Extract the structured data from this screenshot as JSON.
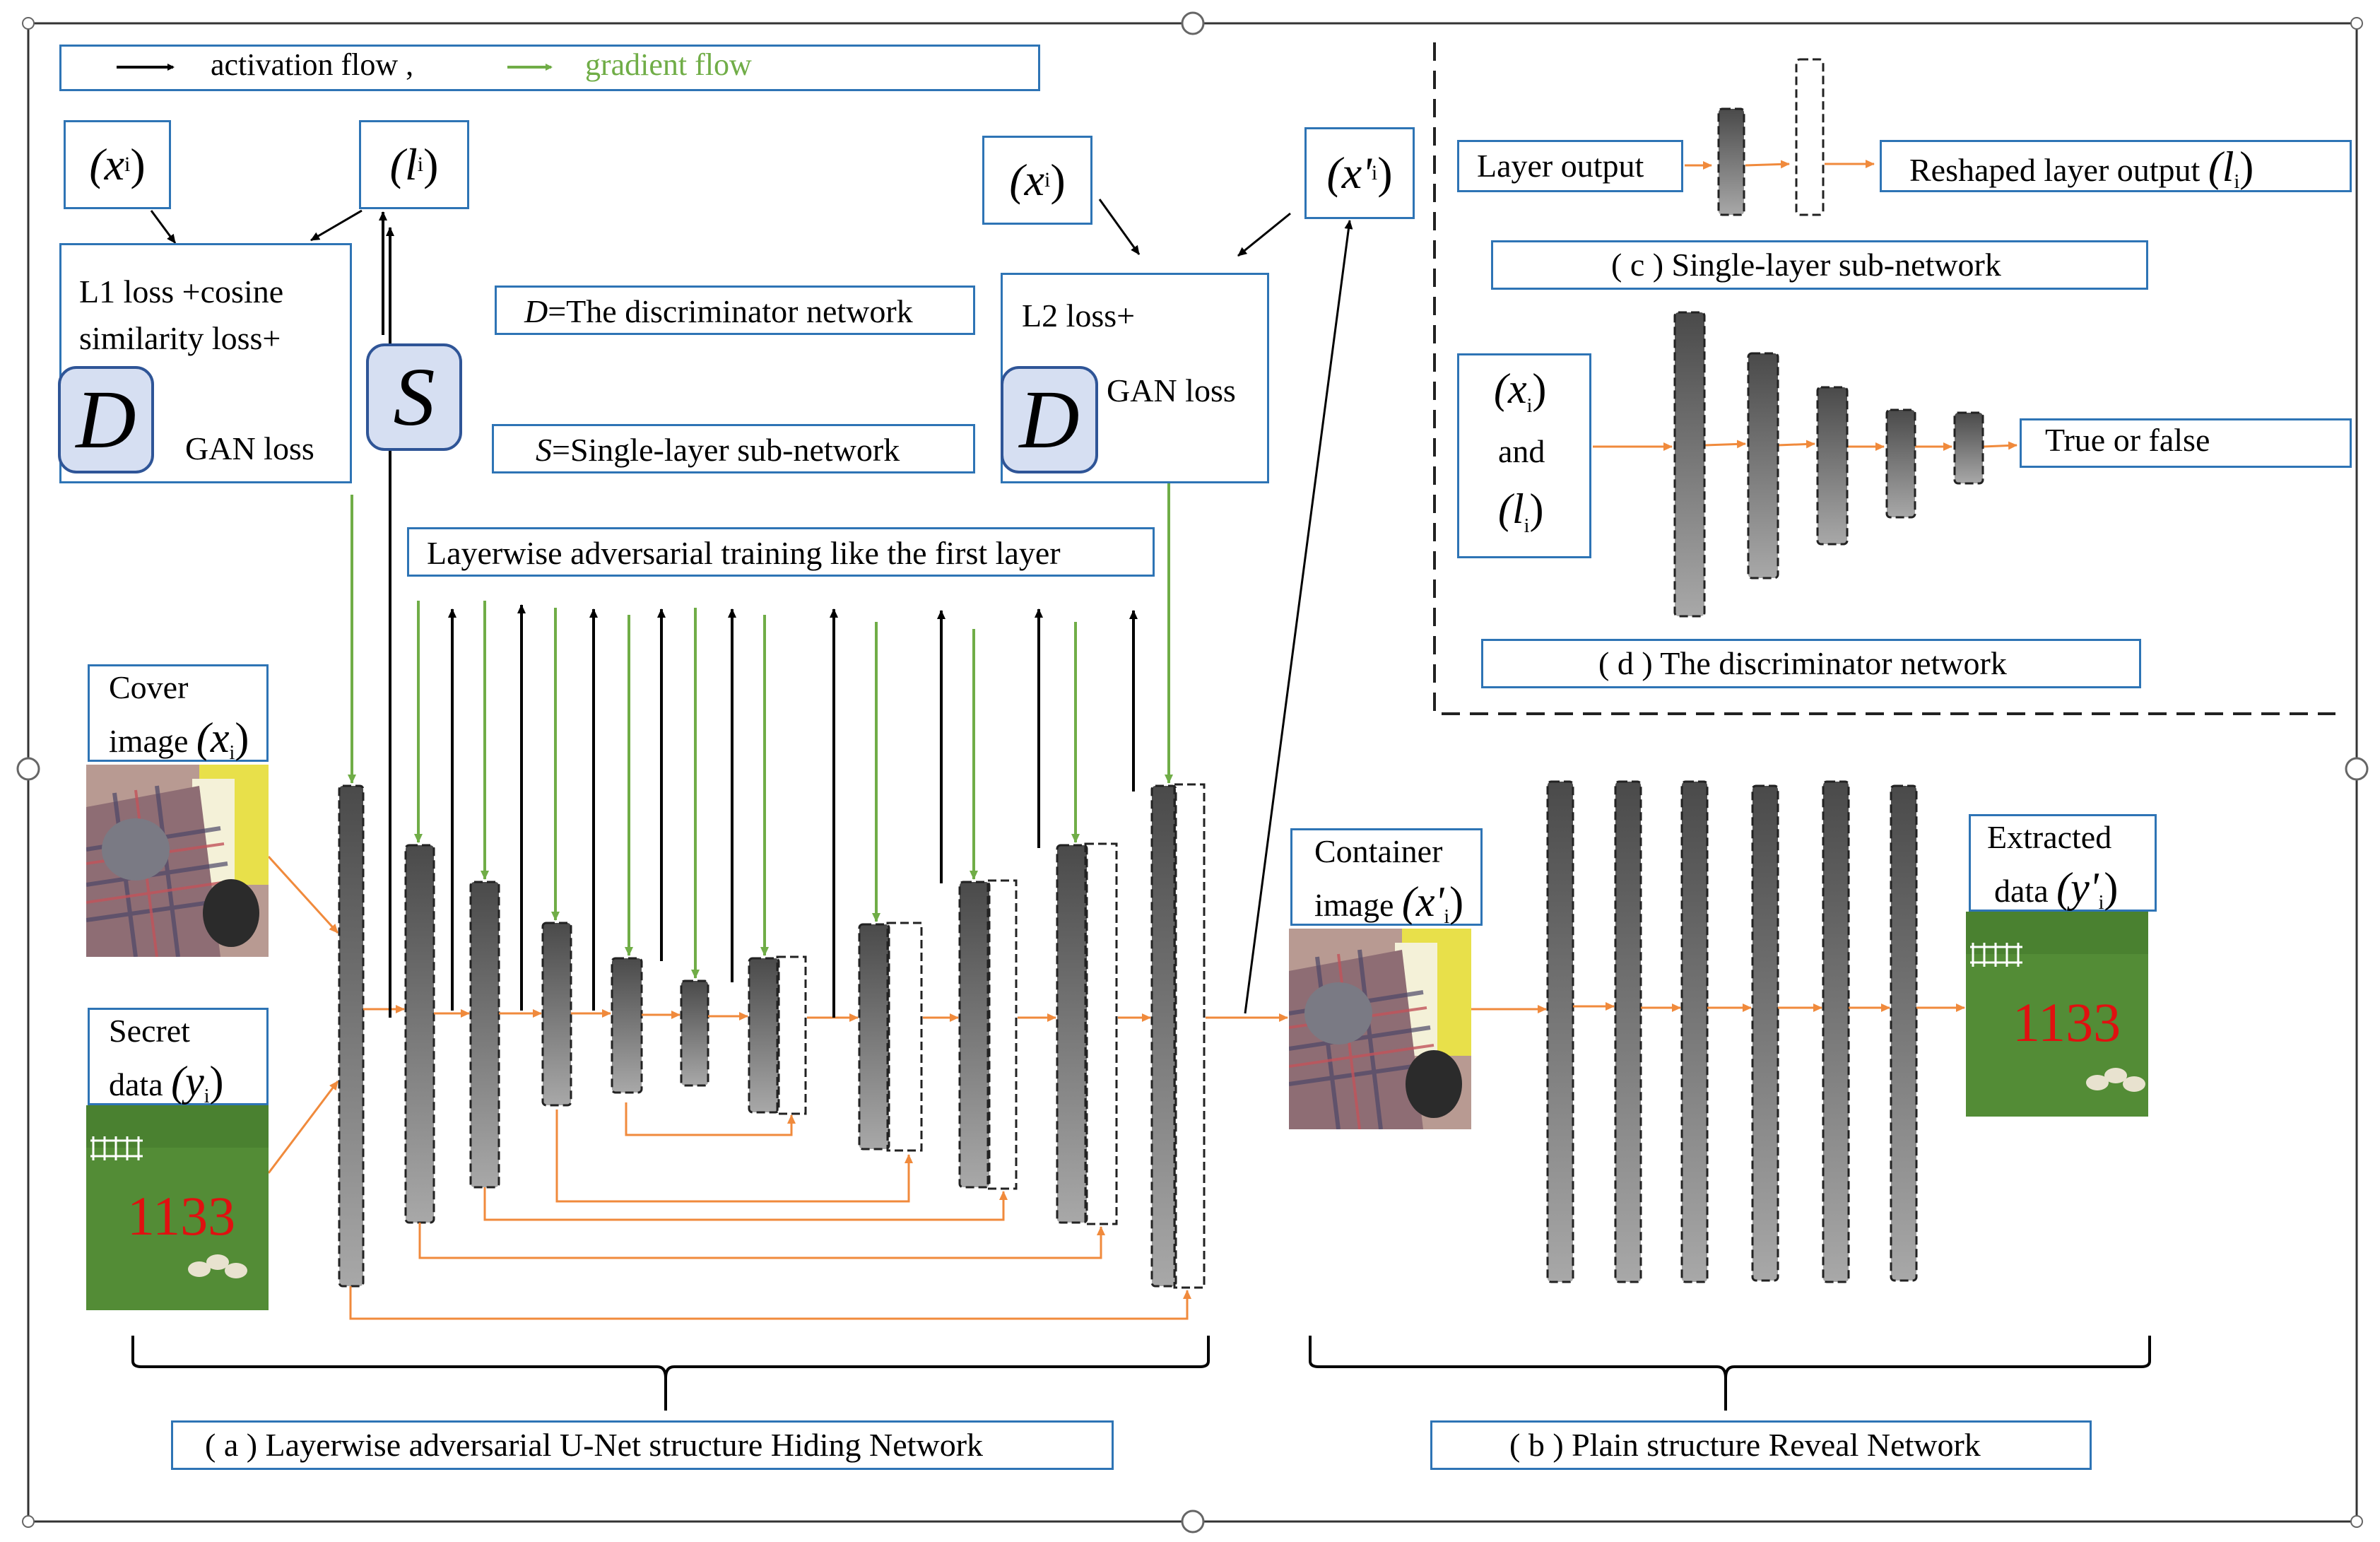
{
  "legend": {
    "activation": "activation flow ,",
    "gradient": "gradient flow"
  },
  "colors": {
    "box_border": "#2e74b5",
    "activation": "#000000",
    "gradient": "#70ad47",
    "skip": "#f4a460",
    "block_dark": "#505050",
    "block_light": "#a0a0a0"
  },
  "left_panel": {
    "xi_label": "(x",
    "xi_sub": "i",
    "li_label": "(l",
    "li_sub": "i",
    "loss_line1": "L1 loss +cosine",
    "loss_line2": "similarity loss+",
    "d_symbol": "D",
    "gan_loss": "GAN loss",
    "s_symbol": "S"
  },
  "definitions": {
    "d_def_symbol": "D",
    "d_def_text": "=The discriminator network",
    "s_def_symbol": "S",
    "s_def_text": "=Single-layer sub-network"
  },
  "layerwise_label": "Layerwise adversarial  training like the first layer",
  "right_loss": {
    "xi_label": "(x",
    "xi_sub": "i",
    "xip_label": "(x'",
    "xip_sub": "i",
    "loss_line1": "L2 loss+",
    "d_symbol": "D",
    "gan_loss": "GAN loss"
  },
  "inputs": {
    "cover_line1": "Cover",
    "cover_line2": "image",
    "cover_symbol": "(x",
    "cover_sub": "i",
    "secret_line1": "Secret",
    "secret_line2": "data",
    "secret_symbol": "(y",
    "secret_sub": "i",
    "secret_number": "1133"
  },
  "outputs": {
    "container_line1": "Container",
    "container_line2": "image",
    "container_symbol": "(x'",
    "container_sub": "i",
    "extracted_line1": "Extracted",
    "extracted_line2": "data",
    "extracted_symbol": "(y'",
    "extracted_sub": "i",
    "extracted_number": "1133"
  },
  "panel_c": {
    "layer_output": "Layer output",
    "reshaped": "Reshaped layer output",
    "reshaped_symbol": "(l",
    "reshaped_sub": "i",
    "caption": "( c ) Single-layer sub-network"
  },
  "panel_d": {
    "input_x": "(x",
    "input_x_sub": "i",
    "and": "and",
    "input_l": "(l",
    "input_l_sub": "i",
    "output": "True or false",
    "caption": "( d ) The discriminator network"
  },
  "captions": {
    "a": "( a ) Layerwise adversarial U-Net structure Hiding Network",
    "b": "( b ) Plain structure Reveal Network"
  }
}
